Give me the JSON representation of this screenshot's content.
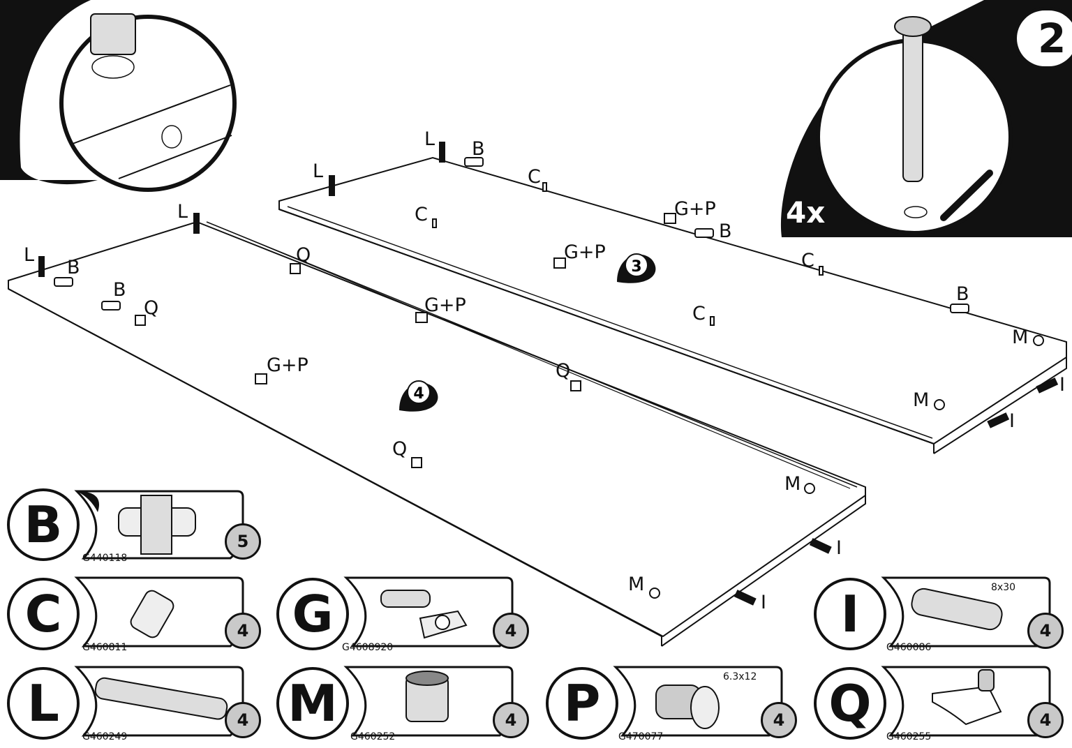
{
  "step_number": "2",
  "zoom_left": {
    "count": "4x"
  },
  "zoom_right": {
    "count": "4x"
  },
  "panel_marks": {
    "upper": "3",
    "lower": "4"
  },
  "labels": {
    "L": "L",
    "B": "B",
    "C": "C",
    "Q": "Q",
    "G_P": "G+P",
    "M": "M",
    "I": "I"
  },
  "parts": [
    {
      "letter": "B",
      "code": "G440118",
      "qty": "5"
    },
    {
      "letter": "C",
      "code": "G460811",
      "qty": "4"
    },
    {
      "letter": "G",
      "code": "G4608920",
      "qty": "4"
    },
    {
      "letter": "I",
      "code": "G460086",
      "qty": "4",
      "dimension": "8x30"
    },
    {
      "letter": "L",
      "code": "G460249",
      "qty": "4"
    },
    {
      "letter": "M",
      "code": "G460252",
      "qty": "4"
    },
    {
      "letter": "P",
      "code": "G470077",
      "qty": "4",
      "dimension": "6.3x12"
    },
    {
      "letter": "Q",
      "code": "G460255",
      "qty": "4"
    }
  ]
}
